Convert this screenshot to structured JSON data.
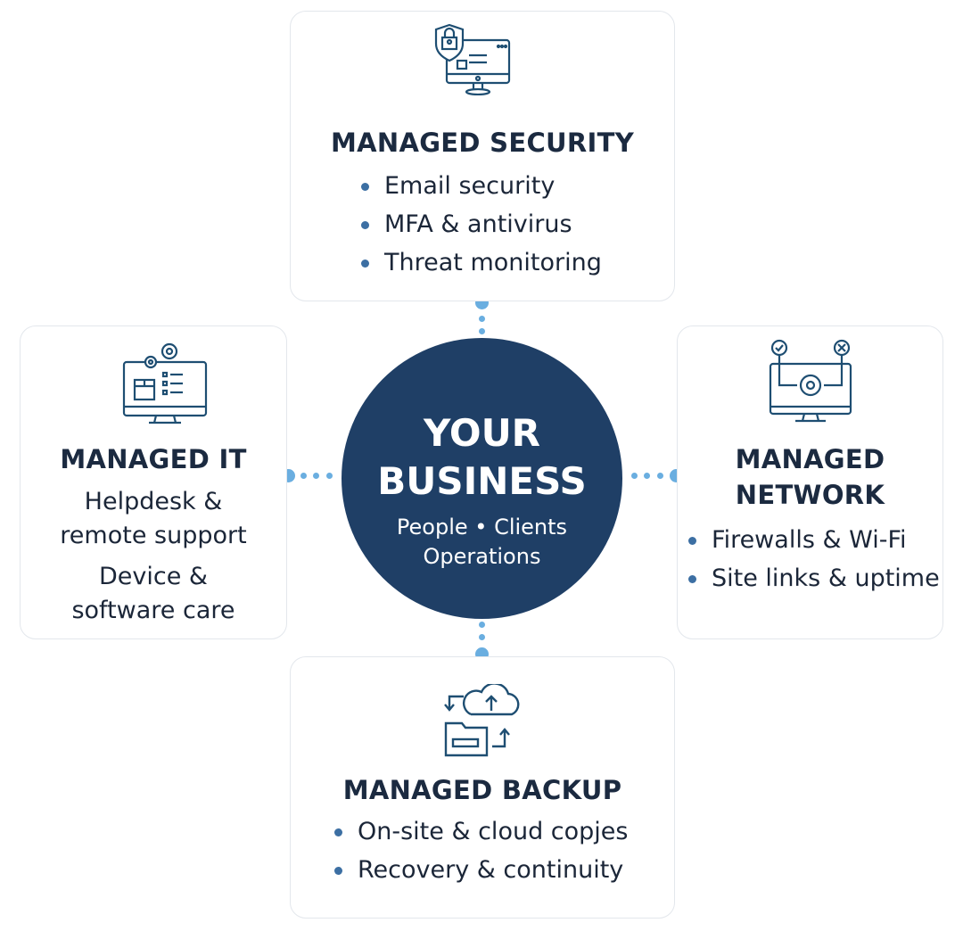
{
  "center": {
    "line1": "YOUR",
    "line2": "BUSINESS",
    "sub1": "People • Clients",
    "sub2": "Operations"
  },
  "security": {
    "icon": "shield-lock-monitor-icon",
    "title": "MANAGED SECURITY",
    "items": [
      "Email security",
      "MFA & antivirus",
      "Threat monitoring"
    ]
  },
  "it": {
    "icon": "monitor-gears-icon",
    "title": "MANAGED IT",
    "lines": [
      "Helpdesk &",
      "remote support",
      "Device &",
      "software care"
    ]
  },
  "network": {
    "icon": "monitor-network-gear-icon",
    "title1": "MANAGED",
    "title2": "NETWORK",
    "items": [
      "Firewalls & Wi-Fi",
      "Site links & uptime"
    ]
  },
  "backup": {
    "icon": "cloud-folder-sync-icon",
    "title": "MANAGED BACKUP",
    "items": [
      "On-site & cloud copjes",
      "Recovery & continuity"
    ]
  },
  "colors": {
    "navy": "#1f3f66",
    "accent": "#6aaee0",
    "icon": "#1e4e72"
  }
}
